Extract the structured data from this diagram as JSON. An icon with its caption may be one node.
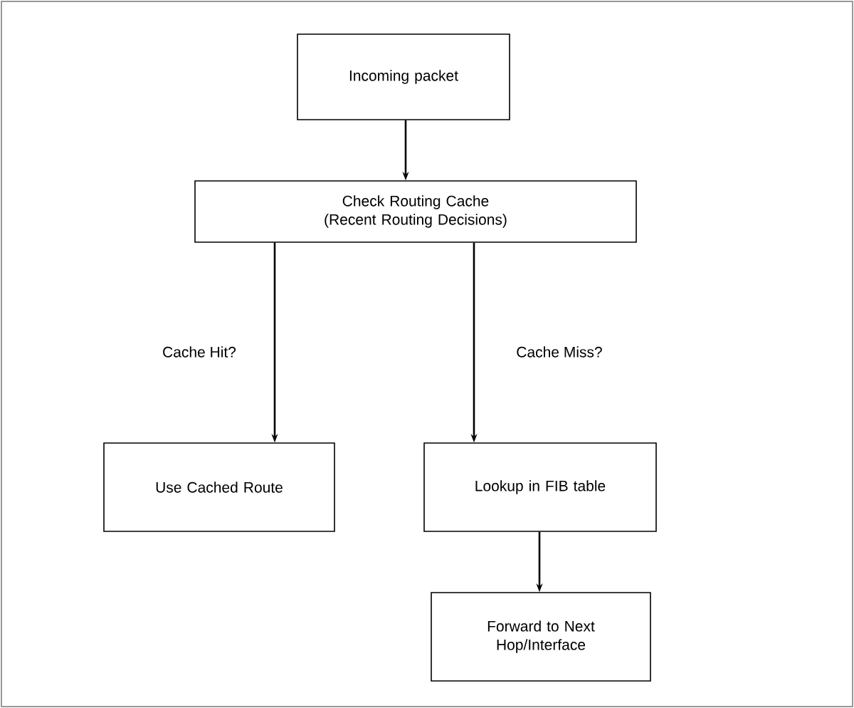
{
  "diagram": {
    "nodes": [
      {
        "text": [
          "Incoming packet"
        ]
      },
      {
        "text": [
          "Check Routing Cache (Recent Routing Decisions)"
        ]
      },
      {
        "text": [
          "Use Cached Route"
        ]
      },
      {
        "text": [
          "Lookup in FIB table"
        ]
      },
      {
        "text": [
          "Forward to Next Hop/Interface"
        ]
      }
    ],
    "edges": [
      {
        "from": 0,
        "to": 1,
        "arrow": "to"
      },
      {
        "from": 1,
        "to": 2,
        "arrow": "to",
        "label": "Cache Hit?"
      },
      {
        "from": 1,
        "to": 3,
        "arrow": "to",
        "label": "Cache Miss?"
      },
      {
        "from": 3,
        "to": 4,
        "arrow": "to"
      }
    ]
  }
}
